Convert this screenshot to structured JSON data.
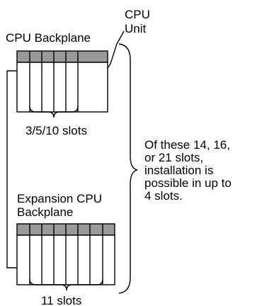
{
  "labels": {
    "cpu_unit_line1": "CPU",
    "cpu_unit_line2": "Unit",
    "cpu_backplane": "CPU Backplane",
    "cpu_slots": "3/5/10 slots",
    "expansion_line1": "Expansion CPU",
    "expansion_line2": "Backplane",
    "expansion_slots": "11 slots",
    "note_line1": "Of these 14, 16,",
    "note_line2": "or 21 slots,",
    "note_line3": "installation is",
    "note_line4": "possible in up to",
    "note_line5": "4 slots."
  },
  "colors": {
    "slot_band": "#999999",
    "outline": "#000000"
  }
}
